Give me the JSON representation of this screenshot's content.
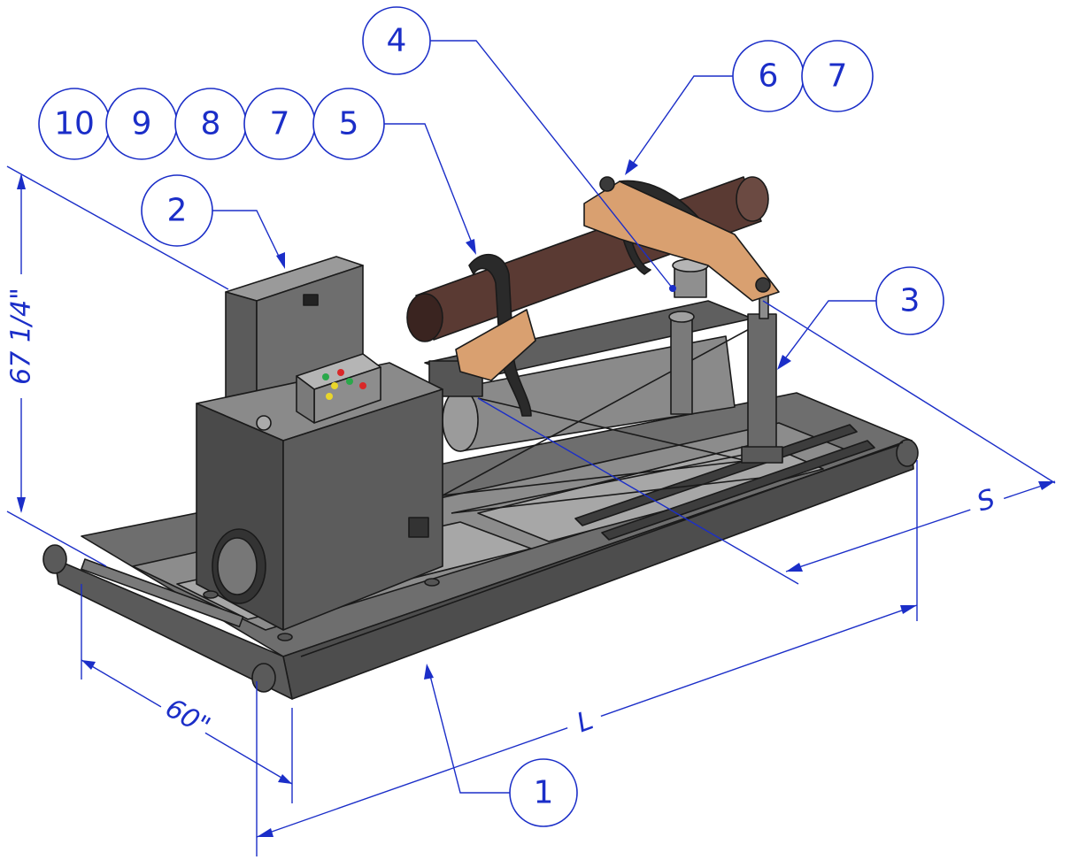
{
  "balloons": {
    "b1": "1",
    "b2": "2",
    "b3": "3",
    "b4": "4",
    "b5": "5",
    "b6": "6",
    "b7a": "7",
    "b7b": "7",
    "b8": "8",
    "b9": "9",
    "b10": "10"
  },
  "dimensions": {
    "height": "67 1/4\"",
    "width": "60\"",
    "length": "L",
    "span": "S"
  },
  "colors": {
    "annotation": "#1b2ec8",
    "steel": "#4a4a4a",
    "pipe": "#5a3a33",
    "clamp": "#d9a070"
  }
}
